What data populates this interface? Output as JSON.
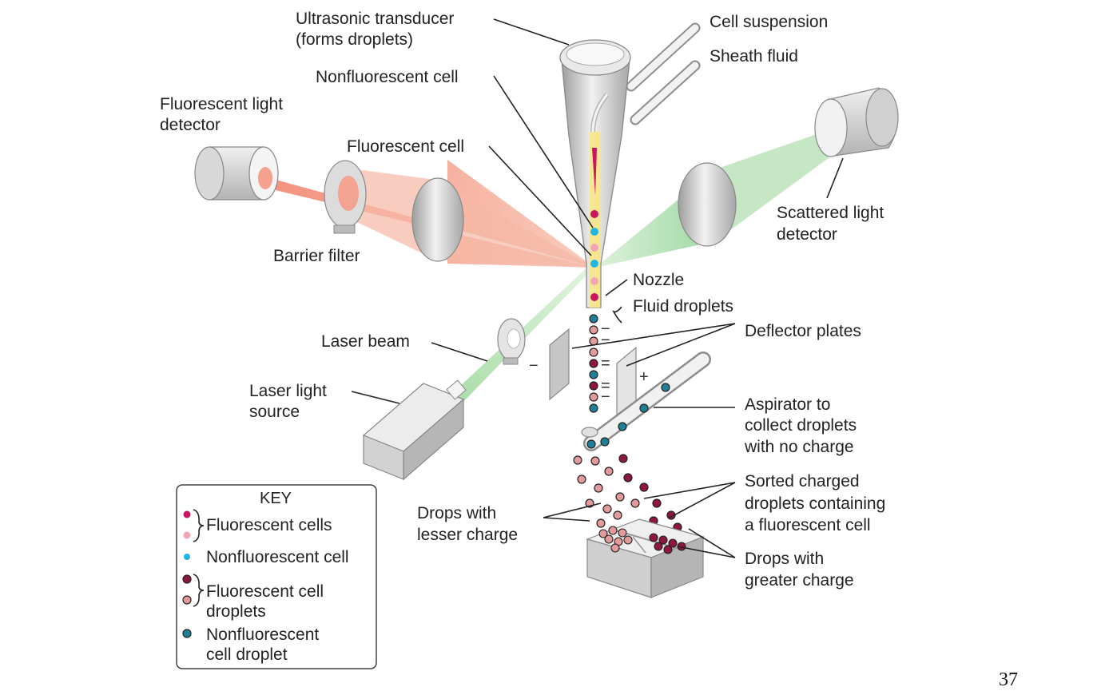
{
  "labels": {
    "ultrasonic_transducer": "Ultrasonic transducer",
    "forms_droplets": "(forms droplets)",
    "cell_suspension": "Cell suspension",
    "sheath_fluid": "Sheath fluid",
    "nonfluorescent_cell": "Nonfluorescent cell",
    "fluorescent_light_detector_1": "Fluorescent light",
    "fluorescent_light_detector_2": "detector",
    "fluorescent_cell": "Fluorescent cell",
    "scattered_light_detector_1": "Scattered light",
    "scattered_light_detector_2": "detector",
    "barrier_filter": "Barrier filter",
    "nozzle": "Nozzle",
    "fluid_droplets": "Fluid droplets",
    "deflector_plates": "Deflector plates",
    "laser_beam": "Laser beam",
    "laser_light_source_1": "Laser light",
    "laser_light_source_2": "source",
    "aspirator_1": "Aspirator to",
    "aspirator_2": "collect droplets",
    "aspirator_3": "with no charge",
    "sorted_charged_1": "Sorted charged",
    "sorted_charged_2": "droplets containing",
    "sorted_charged_3": "a fluorescent cell",
    "drops_lesser_1": "Drops with",
    "drops_lesser_2": "lesser charge",
    "drops_greater_1": "Drops with",
    "drops_greater_2": "greater charge"
  },
  "plate_signs": {
    "left": "−",
    "right": "+",
    "droplet_minus": "−",
    "droplet_equal": "="
  },
  "key": {
    "title": "KEY",
    "fluorescent_cells": "Fluorescent cells",
    "nonfluorescent_cell": "Nonfluorescent cell",
    "fluorescent_cell_droplets_1": "Fluorescent cell",
    "fluorescent_cell_droplets_2": "droplets",
    "nonfluorescent_cell_droplet_1": "Nonfluorescent",
    "nonfluorescent_cell_droplet_2": "cell droplet"
  },
  "page_number": "37",
  "colors": {
    "fluorescent_cell_dark": "#c8155f",
    "fluorescent_cell_light": "#f0a6b3",
    "nonfluorescent_cell": "#22b5e0",
    "droplet_dark": "#8e1740",
    "droplet_light": "#e39a9a",
    "droplet_nonfluorescent": "#1f7f96",
    "fluorescence_beam": "#f08e74",
    "scatter_beam": "#96d39a",
    "laser_beam": "#b9e4b6"
  }
}
